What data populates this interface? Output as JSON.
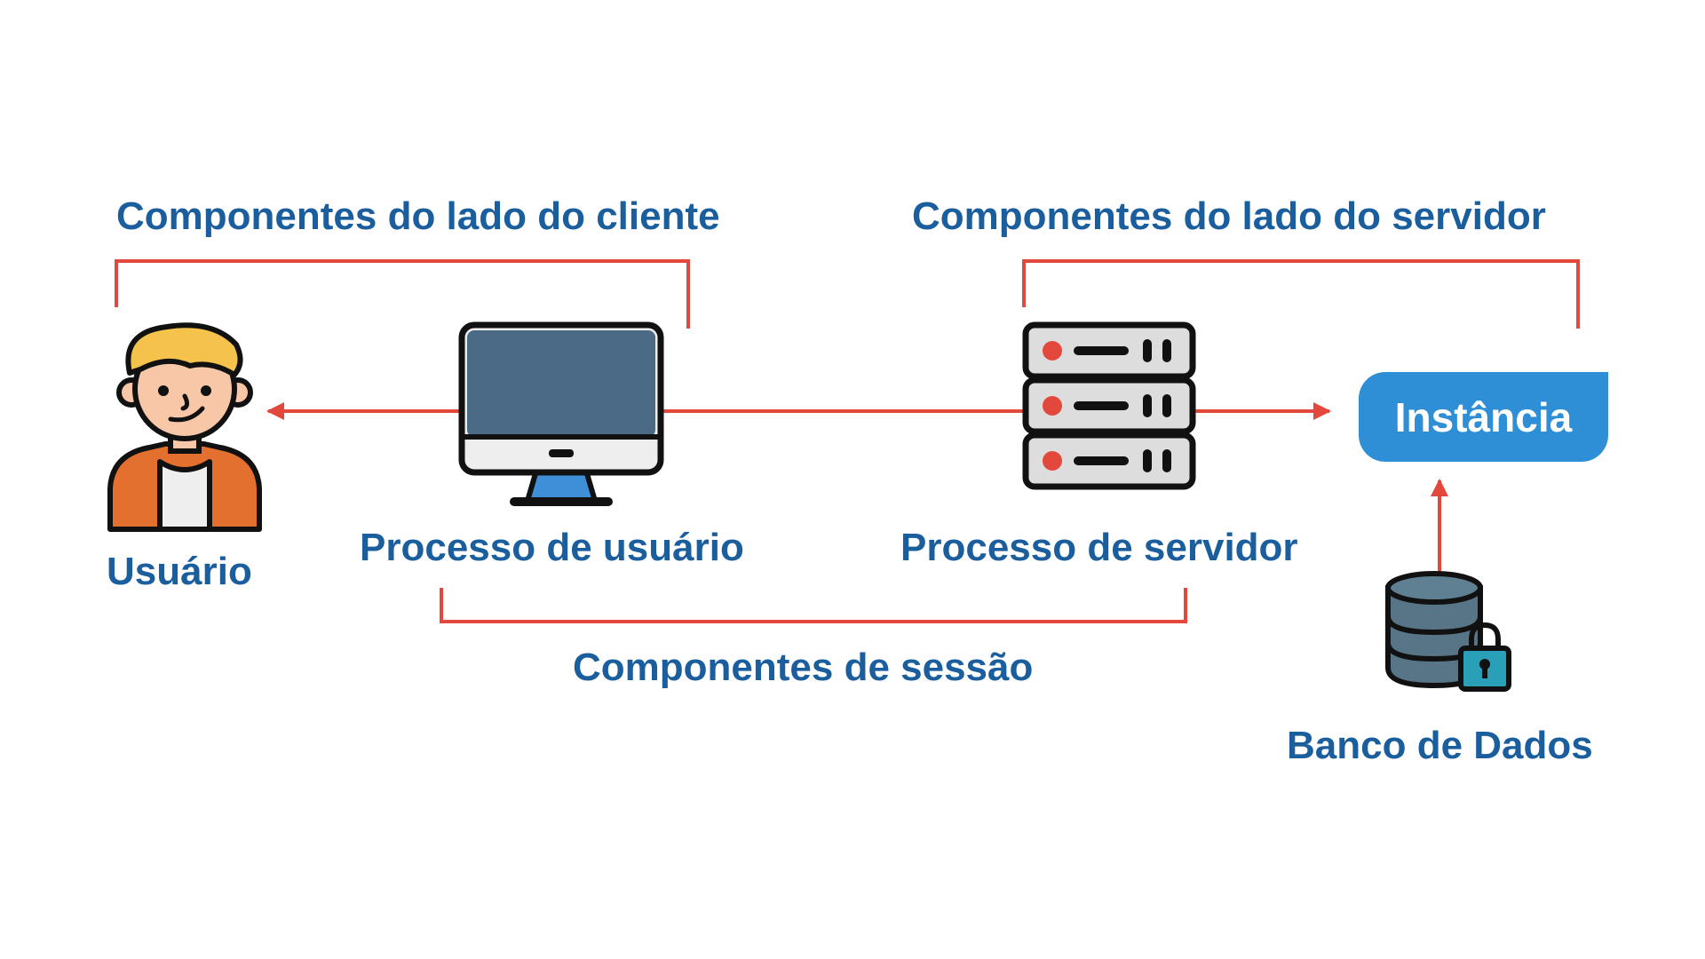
{
  "labels": {
    "client_components": "Componentes do lado do cliente",
    "server_components": "Componentes do lado do servidor",
    "user": "Usuário",
    "user_process": "Processo de usuário",
    "server_process": "Processo de servidor",
    "session_components": "Componentes de sessão",
    "instance": "Instância",
    "database": "Banco de Dados"
  },
  "icons": {
    "user": "user-avatar-icon",
    "computer": "monitor-icon",
    "server": "server-rack-icon",
    "database": "database-lock-icon"
  },
  "colors": {
    "label_text": "#1b5e9e",
    "connector": "#e2493c",
    "instance_fill": "#2f8fd6",
    "instance_text": "#ffffff",
    "icon_outline": "#111111"
  }
}
